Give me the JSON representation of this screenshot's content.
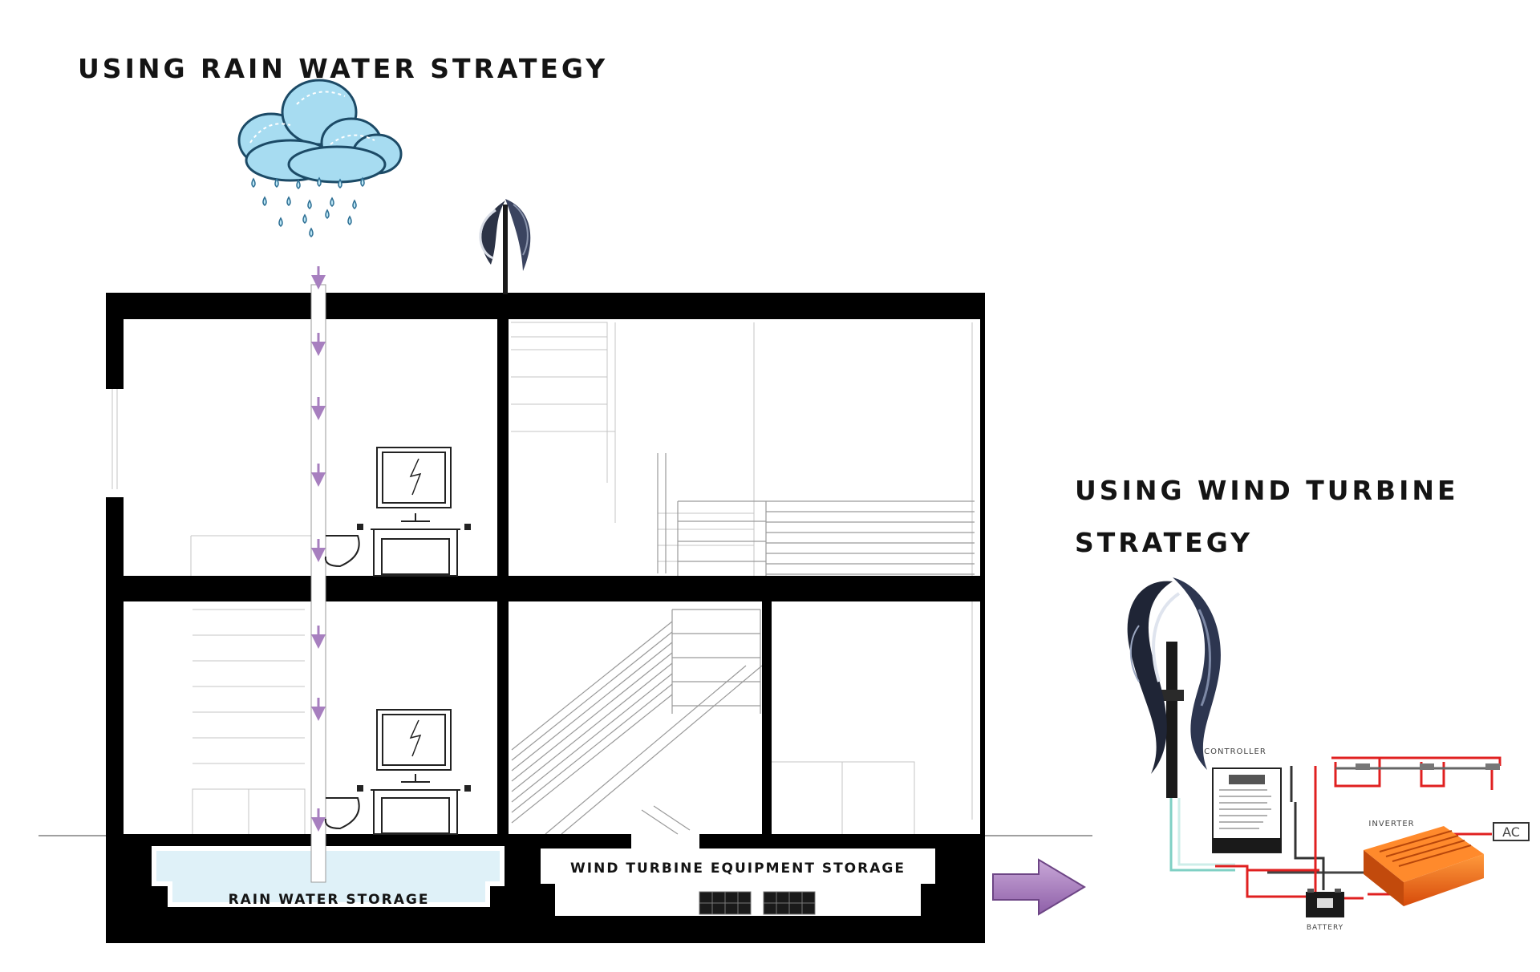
{
  "titles": {
    "rain": "USING RAIN WATER STRATEGY",
    "wind_line1": "USING WIND TURBINE",
    "wind_line2": "STRATEGY"
  },
  "labels": {
    "rain_storage": "RAIN WATER STORAGE",
    "wind_storage": "WIND TURBINE EQUIPMENT STORAGE"
  },
  "system": {
    "controller": "CONTROLLER",
    "inverter": "INVERTER",
    "battery": "BATTERY",
    "ac": "AC"
  },
  "colors": {
    "wall": "#000000",
    "arrow": "#a77fbf",
    "water": "#dff1f8",
    "cloud": "#a7dcf1",
    "inverter": "#f06a18",
    "wire_red": "#e02020",
    "wire_teal": "#7fd0c4"
  }
}
